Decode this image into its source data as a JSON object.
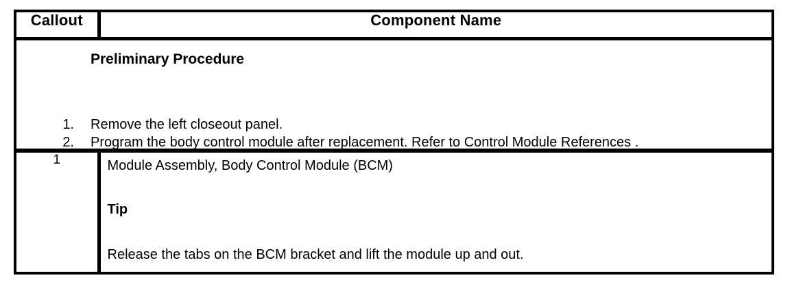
{
  "table": {
    "header": {
      "callout_label": "Callout",
      "component_label": "Component Name"
    },
    "preliminary": {
      "title": "Preliminary Procedure",
      "steps": [
        {
          "number": "1.",
          "text": "Remove the left closeout panel."
        },
        {
          "number": "2.",
          "text": "Program the body control module after replacement. Refer to Control Module References ."
        }
      ]
    },
    "rows": [
      {
        "callout": "1",
        "component_name": "Module Assembly, Body Control Module (BCM)",
        "tip_label": "Tip",
        "tip_text": "Release the tabs on the BCM bracket and lift the module up and out."
      }
    ]
  },
  "colors": {
    "border": "#000000",
    "text": "#000000",
    "background": "#ffffff"
  }
}
